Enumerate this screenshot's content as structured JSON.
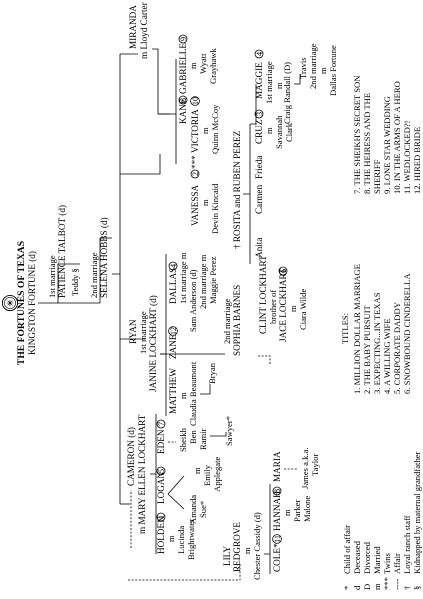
{
  "header": {
    "title": "THE FORTUNES OF TEXAS",
    "patriarch": "KINGSTON FORTUNE (d)",
    "first_marriage": "1st marriage",
    "patience": "PATIENCE TALBOT (d)",
    "teddy": "Teddy §",
    "second_marriage": "2nd marriage",
    "selena": "SELENA HOBBS (d)"
  },
  "people": {
    "miranda": "MIRANDA",
    "lloyd": "m Lloyd Carter (D)",
    "kane": "KANE",
    "gabrielle": "GABRIELLE",
    "gabrielle_m": "m",
    "wyatt": "Wyatt",
    "grayhawk": "Grayhawk",
    "vanessa": "VANESSA",
    "victoria": "VICTORIA",
    "victoria_mark": "***",
    "vanessa_m": "m",
    "devin": "Devin Kincaid",
    "victoria_m": "m",
    "quinn": "Quinn McCoy",
    "rosita": "† ROSITA and RUBEN PEREZ",
    "maggie": "MAGGIE",
    "maggie_1st": "1st marriage",
    "maggie_m1": "m",
    "craig": "Craig Randall (D)",
    "travis": "Travis",
    "maggie_2nd": "2nd marriage",
    "maggie_m2": "m",
    "dallas_fortune": "Dallas Fortune",
    "anita": "Anita",
    "carmen": "Carmen",
    "frieda": "Frieda",
    "cruz": "CRUZ",
    "cruz_m": "m",
    "savannah": "Savannah",
    "clark": "Clark",
    "ryan": "RYAN",
    "ryan_1st": "1st marriage",
    "janine": "JANINE LOCKHART (d)",
    "matthew": "MATTHEW",
    "matthew_m": "m",
    "claudia": "Claudia Beaumont",
    "zane": "ZANE",
    "bryan": "Bryan",
    "dallas": "DALLAS",
    "dallas_1st": "1st marriage m",
    "sam": "Sam Anderson (d)",
    "dallas_2nd": "2nd marriage m",
    "maggie_perez": "Maggie Perez",
    "ryan_2nd": "2nd marriage",
    "sophia": "SOPHIA BARNES",
    "clint": "CLINT LOCKHART",
    "clint_rel": "brother of",
    "jace": "JACE LOCKHART",
    "jace_m": "m",
    "ciara": "Ciara Wilde",
    "cameron": "CAMERON (d)",
    "mary_ellen": "m MARY ELLEN LOCKHART",
    "holden": "HOLDEN",
    "holden_m": "m",
    "lucinda": "Lucinda",
    "brightwater": "Brightwater",
    "logan": "LOGAN",
    "logan_m": "m",
    "emily": "Emily",
    "applegate": "Applegate",
    "amanda": "Amanda",
    "sue": "Sue*",
    "eden": "EDEN",
    "sheikh": "Sheikh",
    "ben": "Ben",
    "ramir": "Ramir",
    "sawyer": "Sawyer*",
    "lily": "LILY",
    "redgrove": "REDGROVE",
    "lily_m": "m",
    "chester": "Chester Cassidy (d)",
    "cole": "COLE*",
    "hannah": "HANNAH",
    "hannah_m": "m",
    "parker": "Parker",
    "malone": "Malone",
    "maria": "MARIA",
    "james": "James a.k.a.",
    "taylor": "Taylor"
  },
  "book_numbers": {
    "miranda": "",
    "kane": "8",
    "gabrielle": "9",
    "vanessa": "2",
    "victoria": "10",
    "maggie": "4",
    "cruz": "3",
    "zane": "12",
    "dallas": "4",
    "jace": "6",
    "holden": "1",
    "logan": "5",
    "eden": "7",
    "cole": "11",
    "hannah": "8"
  },
  "legend": {
    "items": [
      {
        "symbol": "*",
        "meaning": "Child of affair"
      },
      {
        "symbol": "d",
        "meaning": "Deceased"
      },
      {
        "symbol": "D",
        "meaning": "Divorced"
      },
      {
        "symbol": "m",
        "meaning": "Married"
      },
      {
        "symbol": "***",
        "meaning": "Twins"
      },
      {
        "symbol": "----",
        "meaning": "Affair"
      },
      {
        "symbol": "†",
        "meaning": "Loyal ranch staff"
      },
      {
        "symbol": "§",
        "meaning": "Kidnapped by maternal grandfather"
      }
    ]
  },
  "titles": {
    "heading": "TITLES:",
    "items": [
      "1.  MILLION DOLLAR MARRIAGE",
      "2.  THE BABY PURSUIT",
      "3.  EXPECTING...IN TEXAS",
      "4.  A WILLING WIFE",
      "5.  CORPORATE DADDY",
      "6.  SNOWBOUND CINDERELLA",
      "7.  THE SHEIKH'S SECRET SON",
      "8.  THE HEIRESS AND THE",
      "     SHERIFF",
      "9.  LONE STAR WEDDING",
      "10. IN THE ARMS OF A HERO",
      "11. WEDLOCKED?!",
      "12. HIRED BRIDE"
    ]
  }
}
